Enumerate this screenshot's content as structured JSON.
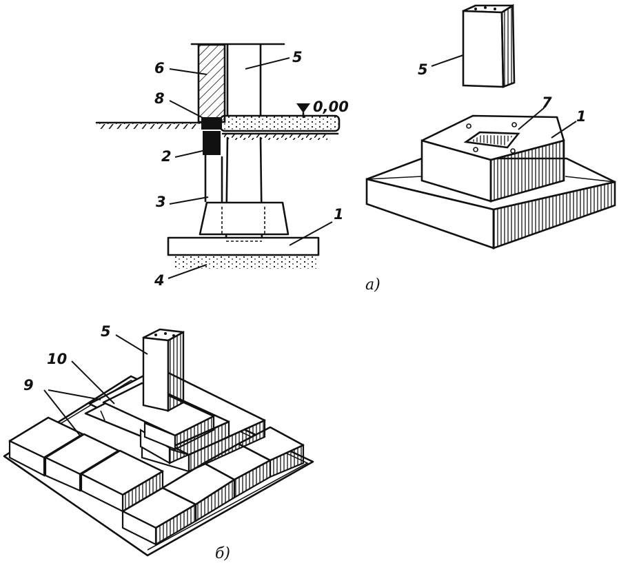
{
  "figure_a": {
    "caption": "а)",
    "section_labels": [
      "6",
      "5",
      "8",
      "2",
      "3",
      "1",
      "4"
    ],
    "level_mark": "0,00",
    "iso_labels": [
      "5",
      "7",
      "1"
    ]
  },
  "figure_b": {
    "caption": "б)",
    "labels": [
      "5",
      "10",
      "9"
    ]
  }
}
